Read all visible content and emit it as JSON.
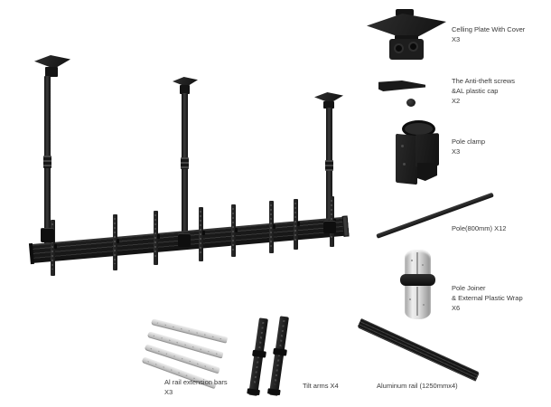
{
  "colors": {
    "background": "#ffffff",
    "part_dark": "#1e1e1e",
    "part_silver": "#d9d9d9",
    "label_text": "#383838"
  },
  "parts": {
    "ceiling_plate": {
      "name": "Celling Plate With Cover",
      "qty": "X3"
    },
    "anti_theft_screws": {
      "name_line1": "The Anti-theft screws",
      "name_line2": "&AL plastic cap",
      "qty": "X2"
    },
    "pole_clamp": {
      "name": "Pole clamp",
      "qty": "X3"
    },
    "pole_800mm": {
      "name": "Pole(800mm) X12"
    },
    "pole_joiner": {
      "name_line1": "Pole Joiner",
      "name_line2": "& External Plastic Wrap",
      "qty": "X6"
    },
    "al_rail_extension_bars": {
      "name": "Al rail extension bars",
      "qty": "X3"
    },
    "tilt_arms": {
      "name": "Tilt arms X4"
    },
    "aluminum_rail": {
      "name": "Aluminum rail (1250mmx4)"
    }
  }
}
